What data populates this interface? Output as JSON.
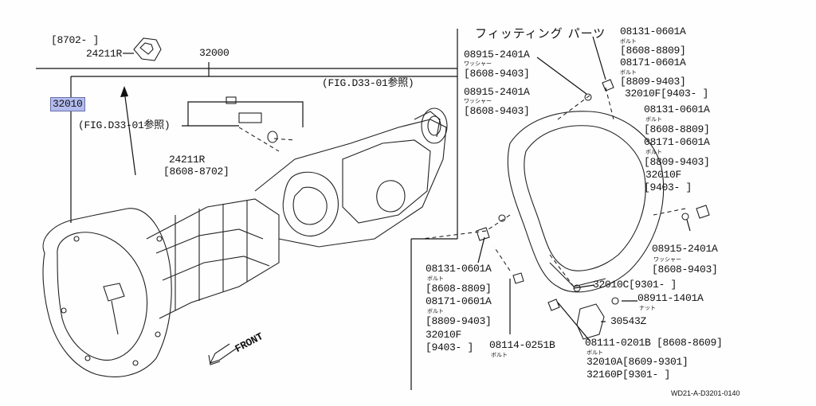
{
  "parts": {
    "p8702": "[8702-      ]",
    "p24211R_top": "24211R",
    "p32000": "32000",
    "p32010": "32010",
    "fig_ref_right": "(FIG.D33-01参照)",
    "fig_ref_left": "(FIG.D33-01参照)",
    "p24211R_mid": "24211R",
    "p24211R_range": "[8608-8702]",
    "front": "FRONT",
    "fitting_title": "フィッティング パーツ",
    "r1_num": "08131-0601A",
    "r1_kana": "ボルト",
    "r1_range": "[8608-8809]",
    "r2_num": "08171-0601A",
    "r2_kana": "ボルト",
    "r2_range": "[8809-9403]",
    "r3_num": "32010F",
    "r3_range": "[9403-      ]",
    "l1_num": "08915-2401A",
    "l1_kana": "ワッシャー",
    "l1_range": "[8608-9403]",
    "l2_num": "08915-2401A",
    "l2_kana": "ワッシャー",
    "l2_range": "[8608-9403]",
    "m1_num": "08131-0601A",
    "m1_kana": "ボルト",
    "m1_range": "[8608-8809]",
    "m2_num": "08171-0601A",
    "m2_kana": "ボルト",
    "m2_range": "[8809-9403]",
    "m3_num": "32010F",
    "m3_range": "[9403-      ]",
    "rr_num": "08915-2401A",
    "rr_kana": "ワッシャー",
    "rr_range": "[8608-9403]",
    "c1_num": "32010C[9301-      ]",
    "c2_num": "08911-1401A",
    "c2_kana": "ナット",
    "c3_num": "30543Z",
    "b1_num": "08131-0601A",
    "b1_kana": "ボルト",
    "b1_range": "[8608-8809]",
    "b2_num": "08171-0601A",
    "b2_kana": "ボルト",
    "b2_range": "[8809-9403]",
    "b3_num": "32010F",
    "b3_range": "[9403-      ]",
    "b4_num": "08114-0251B",
    "b4_kana": "ボルト",
    "d1_num": "08111-0201B [8608-8609]",
    "d1_kana": "ボルト",
    "d2_num": "32010A[8609-9301]",
    "d3_num": "32160P[9301-      ]",
    "drawing_code": "WD21-A-D3201-0140"
  }
}
